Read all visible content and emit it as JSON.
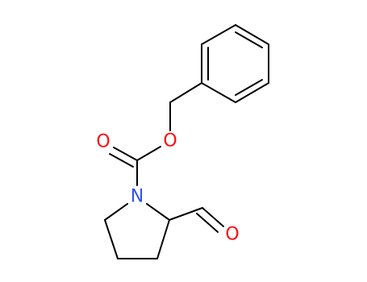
{
  "colors": {
    "carbon_bond": "#000000",
    "oxygen": "#ff0d0d",
    "nitrogen": "#3050f8",
    "background": "#ffffff"
  },
  "atoms": {
    "ester_oxygen": "O",
    "carbonyl_oxygen": "O",
    "ring_nitrogen": "N",
    "aldehyde_oxygen": "O"
  }
}
